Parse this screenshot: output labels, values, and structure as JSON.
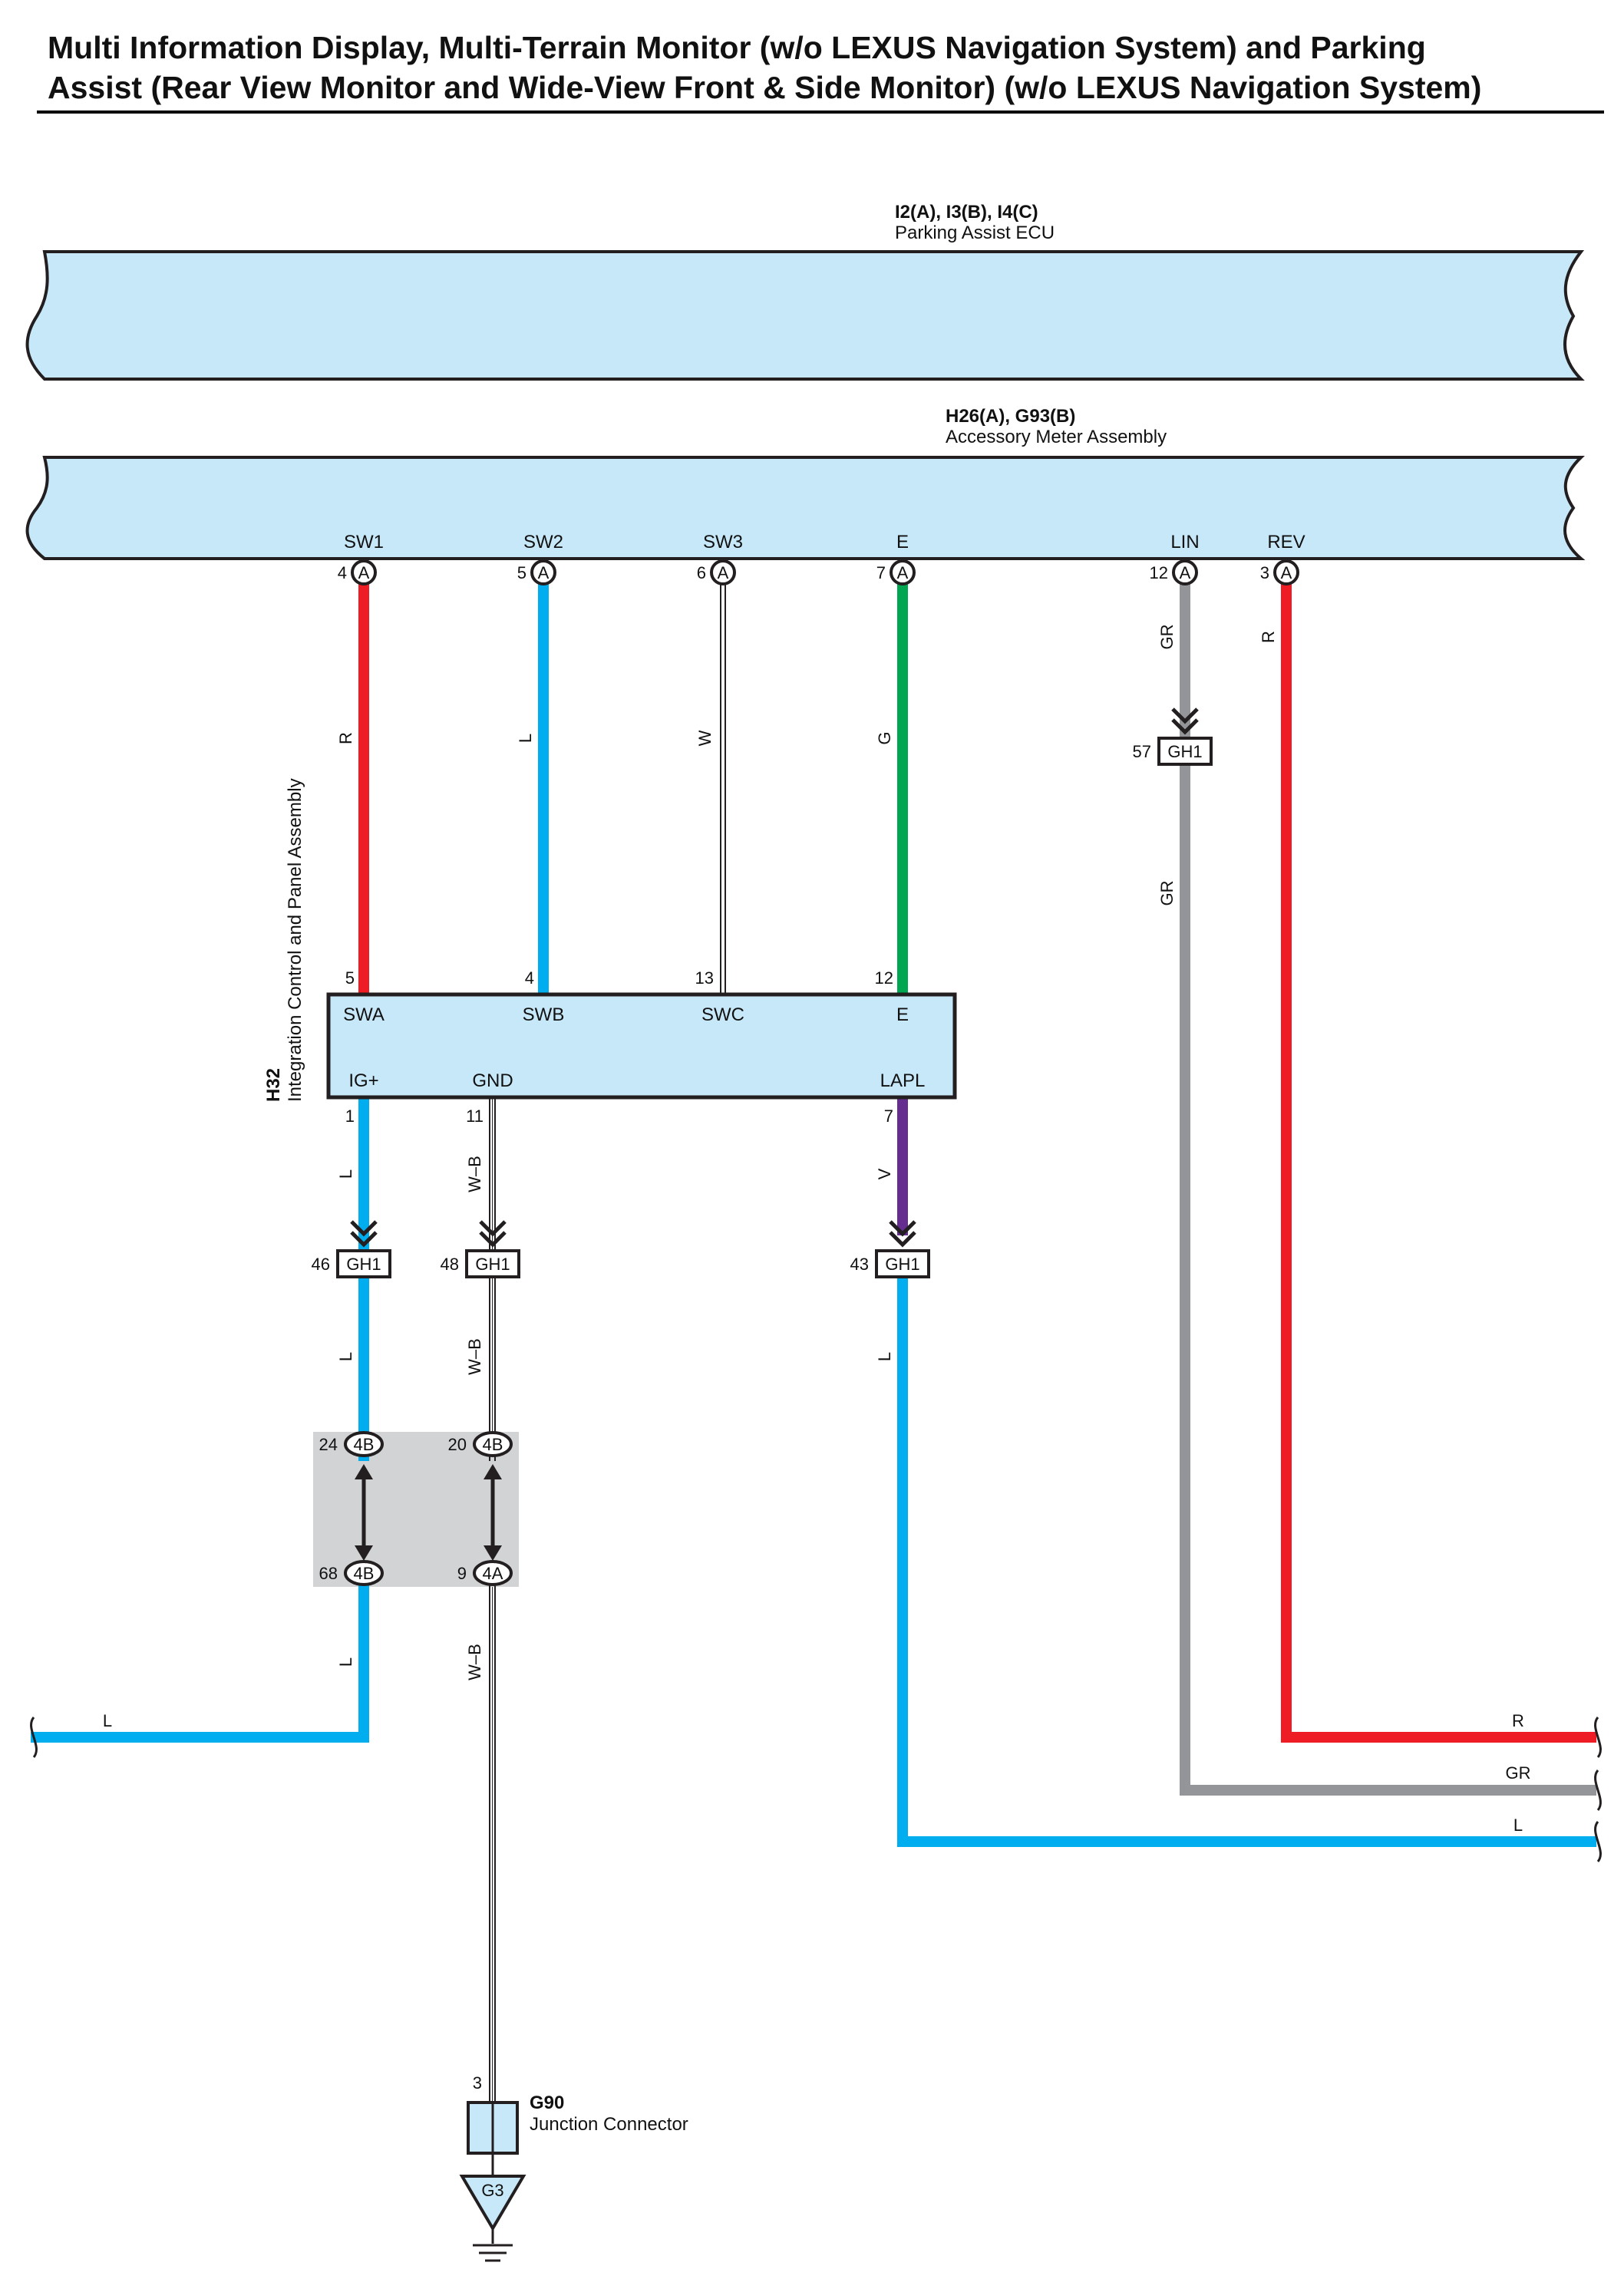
{
  "title": {
    "line1": "Multi Information Display, Multi-Terrain Monitor (w/o LEXUS Navigation System) and Parking",
    "line2": "Assist (Rear View Monitor and Wide-View Front & Side Monitor) (w/o LEXUS Navigation System)"
  },
  "parking_ecu": {
    "code": "I2(A), I3(B), I4(C)",
    "name": "Parking Assist ECU"
  },
  "meter": {
    "code": "H26(A), G93(B)",
    "name": "Accessory Meter Assembly",
    "terminals": [
      {
        "label": "SW1",
        "pin": "4",
        "conn": "A"
      },
      {
        "label": "SW2",
        "pin": "5",
        "conn": "A"
      },
      {
        "label": "SW3",
        "pin": "6",
        "conn": "A"
      },
      {
        "label": "E",
        "pin": "7",
        "conn": "A"
      },
      {
        "label": "LIN",
        "pin": "12",
        "conn": "A"
      },
      {
        "label": "REV",
        "pin": "3",
        "conn": "A"
      }
    ]
  },
  "panel": {
    "code": "H32",
    "name": "Integration Control and Panel Assembly",
    "top_terminals": [
      {
        "label": "SWA",
        "pin": "5"
      },
      {
        "label": "SWB",
        "pin": "4"
      },
      {
        "label": "SWC",
        "pin": "13"
      },
      {
        "label": "E",
        "pin": "12"
      }
    ],
    "bottom_terminals": [
      {
        "label": "IG+",
        "pin": "1"
      },
      {
        "label": "GND",
        "pin": "11"
      },
      {
        "label": "LAPL",
        "pin": "7"
      }
    ]
  },
  "wire_labels": {
    "sw1": "R",
    "sw2": "L",
    "sw3": "W",
    "e": "G",
    "lin_upper": "GR",
    "lin_lower": "GR",
    "rev": "R",
    "ig_upper": "L",
    "ig_mid": "L",
    "ig_lower": "L",
    "ig_exit": "L",
    "gnd_upper": "W–B",
    "gnd_mid": "W–B",
    "gnd_lower": "W–B",
    "lapl_upper": "V",
    "lapl_lower": "L",
    "right_r": "R",
    "right_gr": "GR",
    "right_l": "L"
  },
  "gh1_connectors": [
    {
      "pin": "57",
      "name": "GH1"
    },
    {
      "pin": "46",
      "name": "GH1"
    },
    {
      "pin": "48",
      "name": "GH1"
    },
    {
      "pin": "43",
      "name": "GH1"
    }
  ],
  "junction_pins": [
    {
      "pin": "24",
      "conn": "4B"
    },
    {
      "pin": "20",
      "conn": "4B"
    },
    {
      "pin": "68",
      "conn": "4B"
    },
    {
      "pin": "9",
      "conn": "4A"
    }
  ],
  "junction_connector": {
    "code": "G90",
    "name": "Junction Connector",
    "pin": "3"
  },
  "ground": {
    "code": "G3"
  },
  "colors": {
    "red": "#ee1c25",
    "blue": "#00aeef",
    "green": "#00a651",
    "gray": "#939598",
    "violet": "#662d91",
    "component_fill": "#c7e8f9",
    "splice_box": "#d1d3d4"
  }
}
